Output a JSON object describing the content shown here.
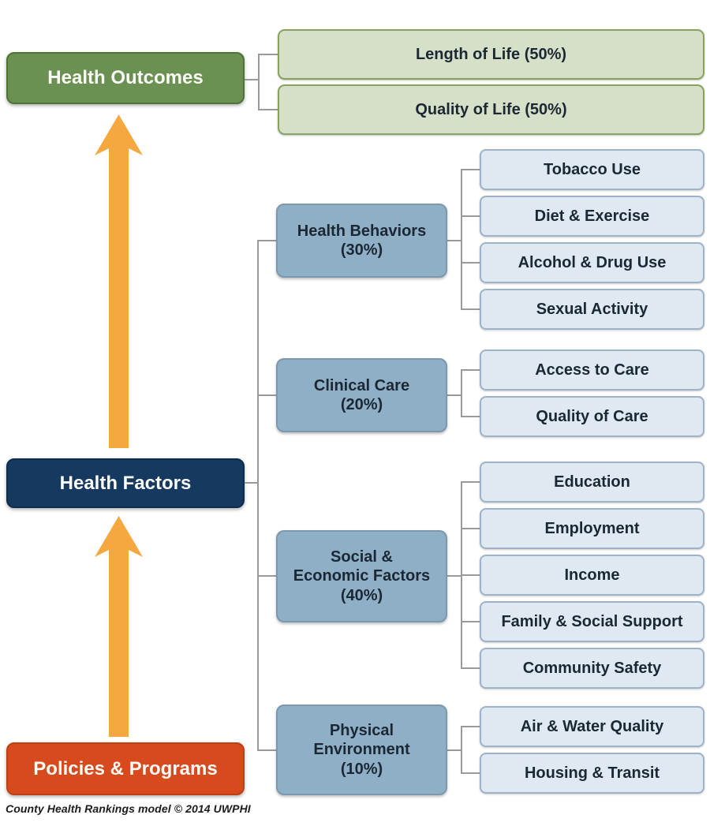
{
  "left_column": {
    "health_outcomes": "Health Outcomes",
    "health_factors": "Health Factors",
    "policies_programs": "Policies & Programs"
  },
  "outcomes": {
    "items": [
      "Length of Life (50%)",
      "Quality of Life (50%)"
    ]
  },
  "factors": {
    "groups": [
      {
        "lines": [
          "Health Behaviors",
          "(30%)"
        ],
        "weight": "30%",
        "items": [
          "Tobacco Use",
          "Diet & Exercise",
          "Alcohol & Drug Use",
          "Sexual Activity"
        ]
      },
      {
        "lines": [
          "Clinical Care",
          "(20%)"
        ],
        "weight": "20%",
        "items": [
          "Access to Care",
          "Quality of Care"
        ]
      },
      {
        "lines": [
          "Social &",
          "Economic Factors",
          "(40%)"
        ],
        "weight": "40%",
        "items": [
          "Education",
          "Employment",
          "Income",
          "Family & Social Support",
          "Community Safety"
        ]
      },
      {
        "lines": [
          "Physical",
          "Environment",
          "(10%)"
        ],
        "weight": "10%",
        "items": [
          "Air & Water Quality",
          "Housing & Transit"
        ]
      }
    ]
  },
  "footer": {
    "credit": "County Health Rankings model © 2014 UWPHI"
  },
  "colors": {
    "green": "#6A9151",
    "green_border": "#4E7237",
    "leaf_green_fill": "#D6DFC7",
    "leaf_green_border": "#86A35F",
    "navy": "#15395F",
    "orange_red": "#D64A1E",
    "cat_fill": "#8FAFC7",
    "cat_border": "#7D98AC",
    "leaf_blue_fill": "#DFE9F1",
    "leaf_blue_border": "#9FB3C8",
    "arrow": "#F6A840",
    "connector": "#9A9A9A",
    "text_dark": "#1B2733"
  }
}
